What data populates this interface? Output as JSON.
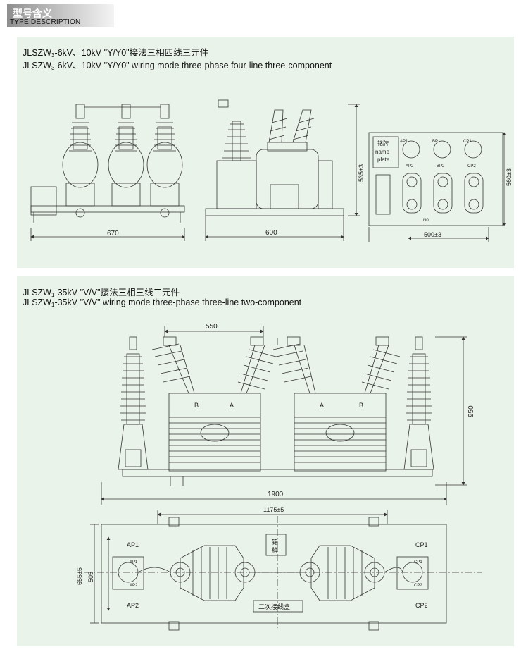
{
  "header": {
    "title_cn": "型号含义",
    "title_en": "TYPE DESCRIPTION"
  },
  "section1": {
    "title_cn_pre": "JLSZW",
    "title_cn_sub": "3",
    "title_cn_post": "-6kV、10kV \"Y/Y0\"接法三相四线三元件",
    "title_en_pre": "JLSZW",
    "title_en_sub": "3",
    "title_en_post": "-6kV、10kV \"Y/Y0\" wiring mode three-phase four-line three-component",
    "dims": {
      "front_width": "670",
      "side_width": "600",
      "side_height": "535±3",
      "top_height": "560±3",
      "top_width": "500±3"
    },
    "labels": {
      "nameplate_cn": "铭牌",
      "nameplate_en1": "name",
      "nameplate_en2": "plate",
      "ap1": "AP1",
      "bp1": "BP1",
      "cp1": "CP1",
      "ap2": "AP2",
      "bp2": "BP2",
      "cp2": "CP2",
      "n0": "N0"
    }
  },
  "section2": {
    "title_cn_pre": "JLSZW",
    "title_cn_sub": "1",
    "title_cn_post": "-35kV \"V/V\"接法三相三线二元件",
    "title_en_pre": "JLSZW",
    "title_en_sub": "1",
    "title_en_post": "-35kV \"V/V\" wiring mode three-phase three-line two-component",
    "dims": {
      "span": "550",
      "height": "950",
      "length": "1900",
      "inner": "1175±5",
      "depth_outer": "655±5",
      "depth_inner": "505"
    },
    "labels": {
      "b_left": "B",
      "a_left": "A",
      "a_right": "A",
      "b_right": "B",
      "ap1": "AP1",
      "ap2": "AP2",
      "cp1": "CP1",
      "cp2": "CP2",
      "ap1_small": "AP1",
      "ap2_small": "AP2",
      "cp1_small": "CP1",
      "cp2_small": "CP2",
      "nameplate_1": "铭",
      "nameplate_2": "牌",
      "junction_box": "二次接线盒"
    }
  }
}
